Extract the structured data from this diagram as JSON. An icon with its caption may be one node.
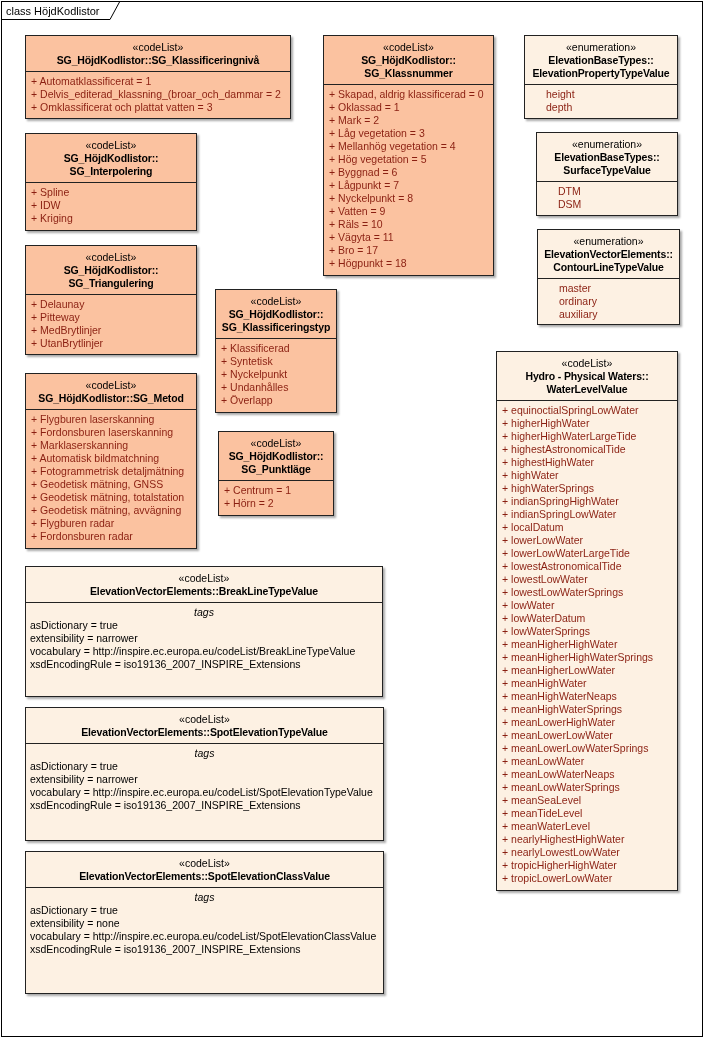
{
  "diagram": {
    "nodes": [
      {
        "text": [
          "class HöjdKodlistor"
        ]
      },
      {
        "text": [
          "«codeList»",
          "SG_HöjdKodlistor::SG_Klassificeringnivå",
          "+ Automatklassificerat = 1",
          "+ Delvis_editerad_klassning_(broar_och_dammar = 2",
          "+ Omklassificerat och plattat vatten = 3"
        ],
        "in": 0
      },
      {
        "text": [
          "«codeList»",
          "SG_HöjdKodlistor:: SG_Klassnummer",
          "+ Skapad, aldrig klassificerad = 0",
          "+ Oklassad = 1",
          "+ Mark = 2",
          "+ Låg vegetation = 3",
          "+ Mellanhög vegetation = 4",
          "+ Hög vegetation = 5",
          "+ Byggnad = 6",
          "+ Lågpunkt = 7",
          "+ Nyckelpunkt = 8",
          "+ Vatten = 9",
          "+ Räls = 10",
          "+ Vägyta = 11",
          "+ Bro = 17",
          "+ Högpunkt = 18"
        ],
        "in": 0
      },
      {
        "text": [
          "«enumeration»",
          "ElevationBaseTypes:: ElevationPropertyTypeValue",
          "height",
          "depth"
        ],
        "in": 0
      },
      {
        "text": [
          "«codeList»",
          "SG_HöjdKodlistor:: SG_Interpolering",
          "+ Spline",
          "+ IDW",
          "+ Kriging"
        ],
        "in": 0
      },
      {
        "text": [
          "«enumeration»",
          "ElevationBaseTypes:: SurfaceTypeValue",
          "DTM",
          "DSM"
        ],
        "in": 0
      },
      {
        "text": [
          "«enumeration»",
          "ElevationVectorElements:: ContourLineTypeValue",
          "master",
          "ordinary",
          "auxiliary"
        ],
        "in": 0
      },
      {
        "text": [
          "«codeList»",
          "SG_HöjdKodlistor:: SG_Triangulering",
          "+ Delaunay",
          "+ Pitteway",
          "+ MedBrytlinjer",
          "+ UtanBrytlinjer"
        ],
        "in": 0
      },
      {
        "text": [
          "«codeList»",
          "SG_HöjdKodlistor:: SG_Klassificeringstyp",
          "+ Klassificerad",
          "+ Syntetisk",
          "+ Nyckelpunkt",
          "+ Undanhålles",
          "+ Överlapp"
        ],
        "in": 0
      },
      {
        "text": [
          "«codeList»",
          "Hydro - Physical Waters:: WaterLevelValue",
          "+ equinoctialSpringLowWater",
          "+ higherHighWater",
          "+ higherHighWaterLargeTide",
          "+ highestAstronomicalTide",
          "+ highestHighWater",
          "+ highWater",
          "+ highWaterSprings",
          "+ indianSpringHighWater",
          "+ indianSpringLowWater",
          "+ localDatum",
          "+ lowerLowWater",
          "+ lowerLowWaterLargeTide",
          "+ lowestAstronomicalTide",
          "+ lowestLowWater",
          "+ lowestLowWaterSprings",
          "+ lowWater",
          "+ lowWaterDatum",
          "+ lowWaterSprings",
          "+ meanHigherHighWater",
          "+ meanHigherHighWaterSprings",
          "+ meanHigherLowWater",
          "+ meanHighWater",
          "+ meanHighWaterNeaps",
          "+ meanHighWaterSprings",
          "+ meanLowerHighWater",
          "+ meanLowerLowWater",
          "+ meanLowerLowWaterSprings",
          "+ meanLowWater",
          "+ meanLowWaterNeaps",
          "+ meanLowWaterSprings",
          "+ meanSeaLevel",
          "+ meanTideLevel",
          "+ meanWaterLevel",
          "+ nearlyHighestHighWater",
          "+ nearlyLowestLowWater",
          "+ tropicHigherHighWater",
          "+ tropicLowerLowWater"
        ],
        "in": 0
      },
      {
        "text": [
          "«codeList»",
          "SG_HöjdKodlistor::SG_Metod",
          "+ Flygburen laserskanning",
          "+ Fordonsburen laserskanning",
          "+ Marklaserskanning",
          "+ Automatisk bildmatchning",
          "+ Fotogrammetrisk detaljmätning",
          "+ Geodetisk mätning, GNSS",
          "+ Geodetisk mätning, totalstation",
          "+ Geodetisk mätning, avvägning",
          "+ Flygburen radar",
          "+ Fordonsburen radar"
        ],
        "in": 0
      },
      {
        "text": [
          "«codeList»",
          "SG_HöjdKodlistor:: SG_Punktläge",
          "+ Centrum = 1",
          "+ Hörn = 2"
        ],
        "in": 0
      },
      {
        "text": [
          "«codeList»",
          "ElevationVectorElements::BreakLineTypeValue",
          "tags",
          "asDictionary = true",
          "extensibility = narrower",
          "vocabulary = http://inspire.ec.europa.eu/codeList/BreakLineTypeValue",
          "xsdEncodingRule = iso19136_2007_INSPIRE_Extensions"
        ],
        "in": 0
      },
      {
        "text": [
          "«codeList»",
          "ElevationVectorElements::SpotElevationTypeValue",
          "tags",
          "asDictionary = true",
          "extensibility = narrower",
          "vocabulary = http://inspire.ec.europa.eu/codeList/SpotElevationTypeValue",
          "xsdEncodingRule = iso19136_2007_INSPIRE_Extensions"
        ],
        "in": 0
      },
      {
        "text": [
          "«codeList»",
          "ElevationVectorElements::SpotElevationClassValue",
          "tags",
          "asDictionary = true",
          "extensibility = none",
          "vocabulary = http://inspire.ec.europa.eu/codeList/SpotElevationClassValue",
          "xsdEncodingRule = iso19136_2007_INSPIRE_Extensions"
        ],
        "in": 0
      }
    ]
  }
}
